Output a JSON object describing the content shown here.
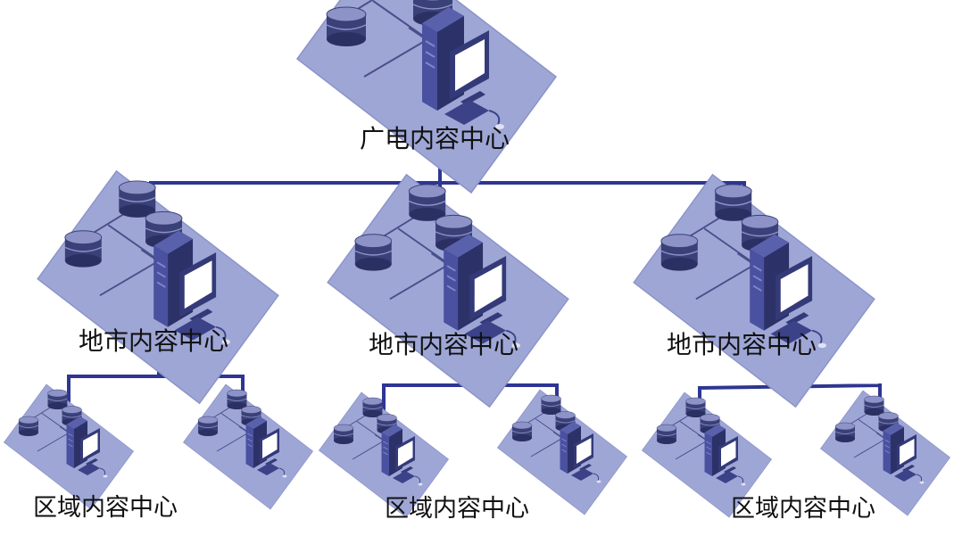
{
  "colors": {
    "platform_fill": "#9ea6d6",
    "platform_stroke": "#8a93c8",
    "link": "#2e3592",
    "db_top": "#8d93c6",
    "db_side": "#3a4078",
    "db_dark": "#2b3062",
    "server_body": "#2c3168",
    "server_face": "#4a51a0",
    "monitor_bezel": "#343a78",
    "monitor_screen": "#ffffff",
    "lan_line": "#4a4f8a"
  },
  "icons": {
    "database": "database-icon",
    "server": "server-icon",
    "monitor": "monitor-icon"
  },
  "nodes": {
    "top": {
      "label": "广电内容中心"
    },
    "city": [
      {
        "label": "地市内容中心"
      },
      {
        "label": "地市内容中心"
      },
      {
        "label": "地市内容中心"
      }
    ],
    "region": [
      {
        "label": "区域内容中心"
      },
      {
        "label": "区域内容中心"
      },
      {
        "label": "区域内容中心"
      }
    ]
  }
}
